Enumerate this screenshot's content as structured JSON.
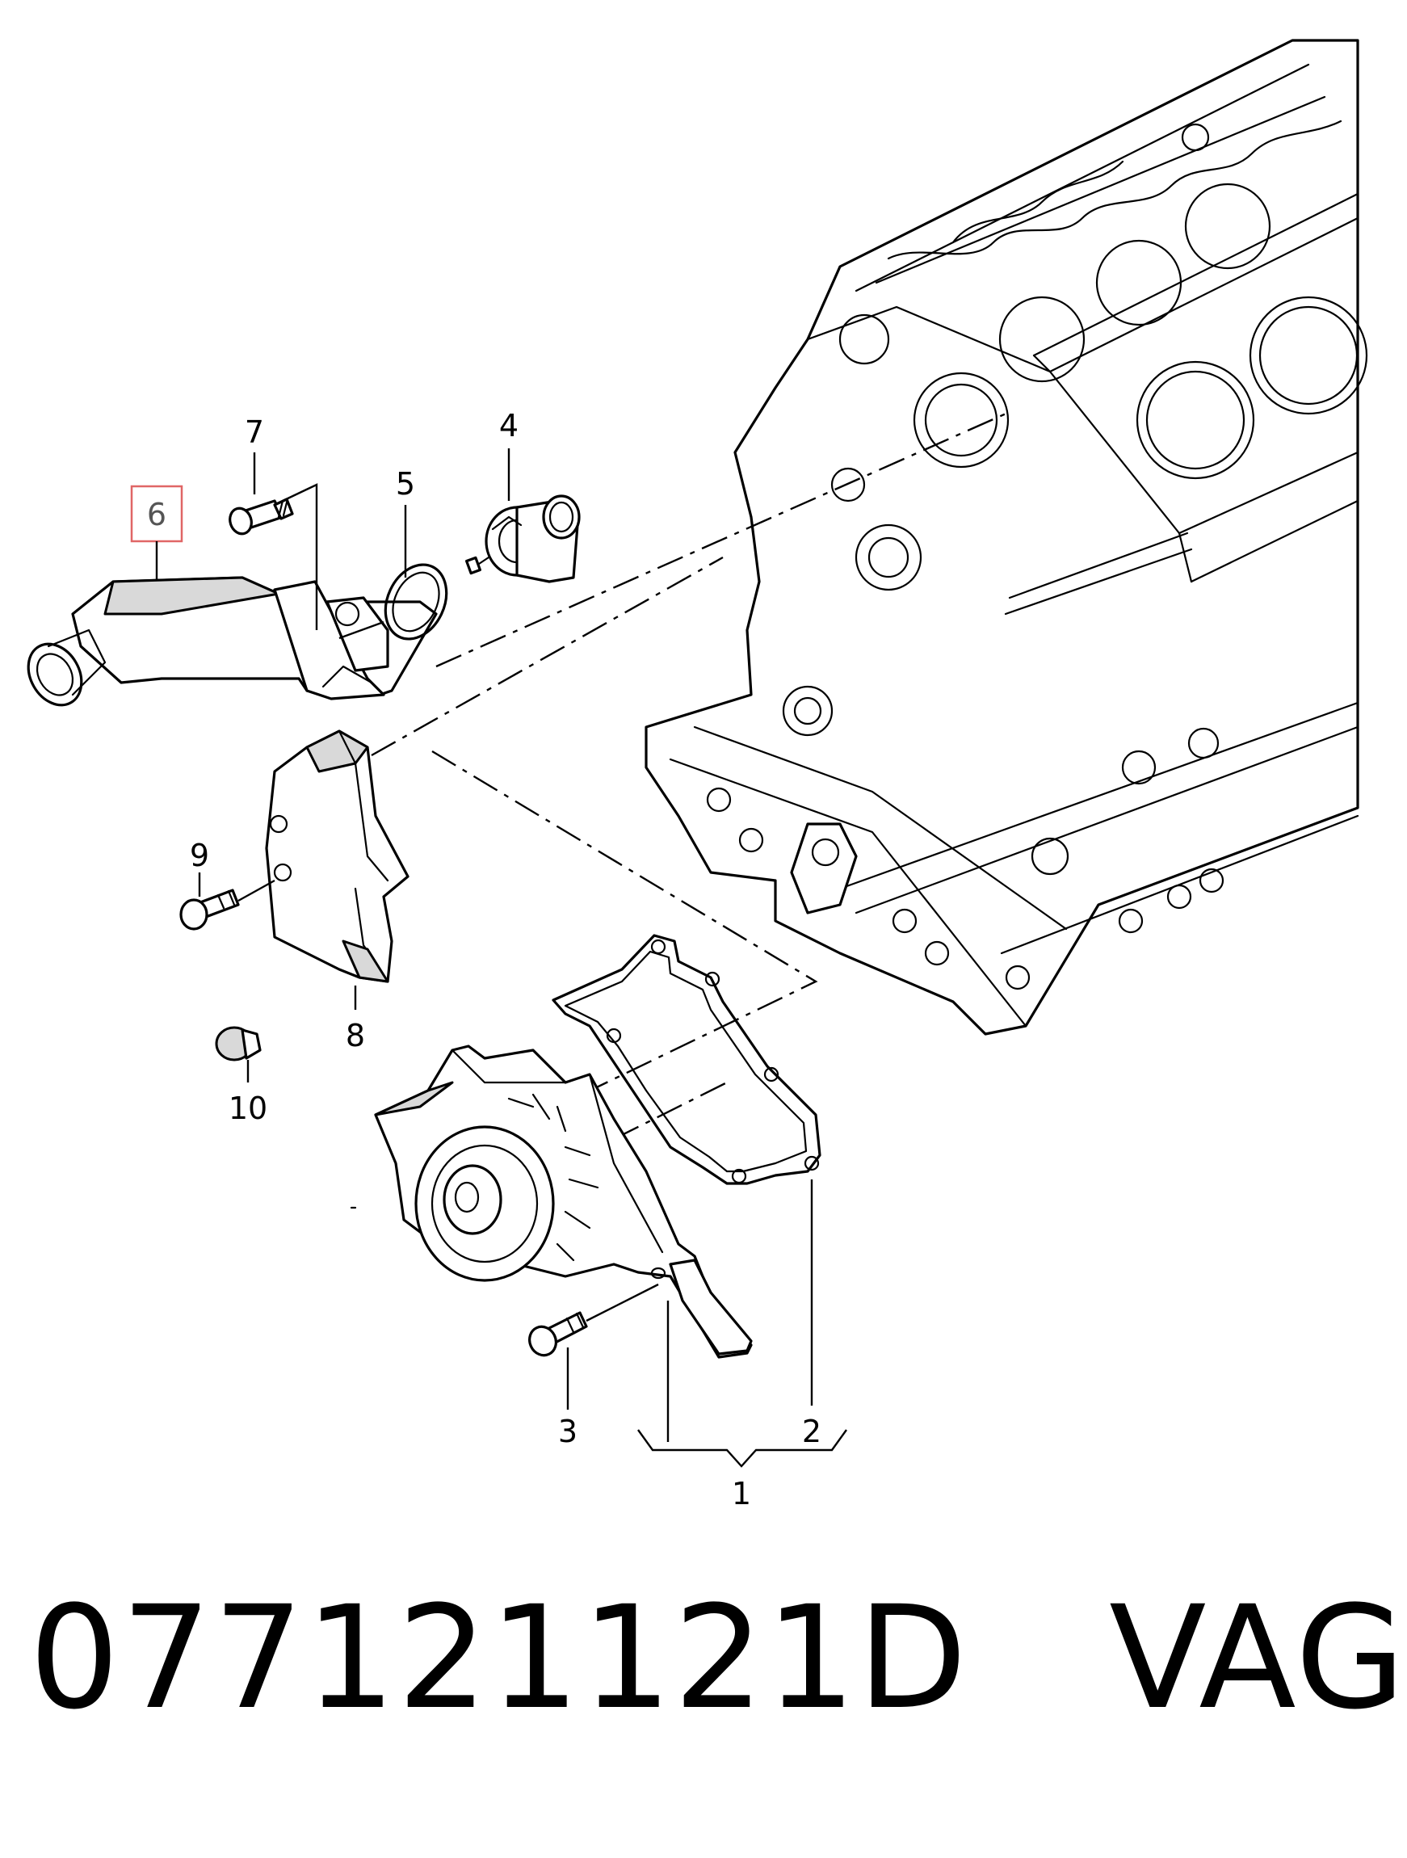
{
  "callouts": {
    "c1": "1",
    "c2": "2",
    "c3": "3",
    "c4": "4",
    "c5": "5",
    "c6": "6",
    "c7": "7",
    "c8": "8",
    "c9": "9",
    "c10": "10"
  },
  "highlighted_callout": "6",
  "highlight_color": "#e06666",
  "part_number_label": "077121121D   VAG"
}
